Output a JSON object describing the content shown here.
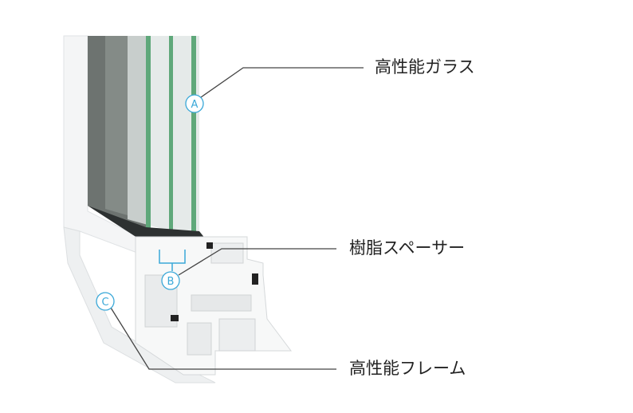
{
  "labels": {
    "glass": "高性能ガラス",
    "spacer": "樹脂スペーサー",
    "frame": "高性能フレーム"
  },
  "markers": {
    "a": "A",
    "b": "B",
    "c": "C"
  },
  "colors": {
    "marker": "#3aa8d8",
    "glass_edge": "#5fa87a",
    "leader": "#444444"
  }
}
